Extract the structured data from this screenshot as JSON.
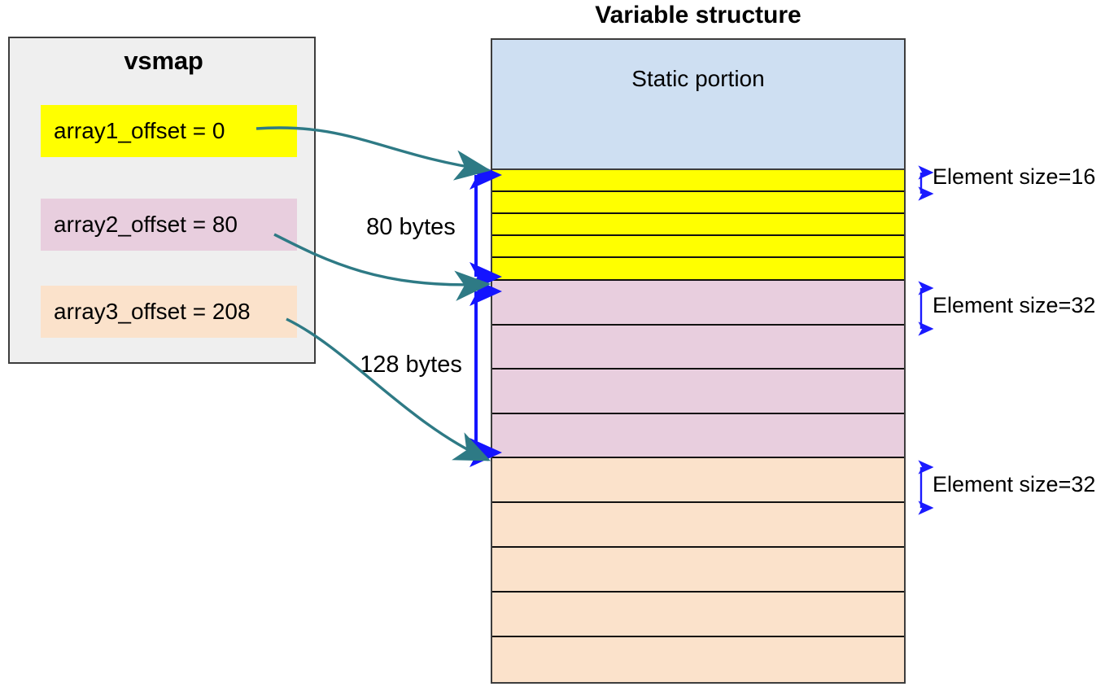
{
  "diagram": {
    "title_right": "Variable structure",
    "title_left": "vsmap"
  },
  "vsmap": {
    "title": "vsmap",
    "entries": [
      {
        "label": "array1_offset = 0",
        "color": "#ffff00",
        "name": "array1_offset",
        "value": 0
      },
      {
        "label": "array2_offset = 80",
        "color": "#e8cede",
        "name": "array2_offset",
        "value": 80
      },
      {
        "label": "array3_offset = 208",
        "color": "#fbe2cb",
        "name": "array3_offset",
        "value": 208
      }
    ]
  },
  "structure": {
    "title": "Variable structure",
    "static_label": "Static portion",
    "segments": [
      {
        "id": "static",
        "label": "Static portion",
        "color": "#cedff2",
        "rows": 1
      },
      {
        "id": "array1",
        "label": "",
        "color": "#ffff00",
        "rows": 5
      },
      {
        "id": "array2",
        "label": "",
        "color": "#e8cede",
        "rows": 4
      },
      {
        "id": "array3",
        "label": "",
        "color": "#fbe2cb",
        "rows": 5
      }
    ]
  },
  "span_labels": [
    {
      "text": "80 bytes",
      "bytes": 80
    },
    {
      "text": "128 bytes",
      "bytes": 128
    }
  ],
  "element_sizes": [
    {
      "text": "Element size=16",
      "value": 16
    },
    {
      "text": "Element size=32",
      "value": 32
    },
    {
      "text": "Element size=32",
      "value": 32
    }
  ],
  "colors": {
    "array1": "#ffff00",
    "array2": "#e8cede",
    "array3": "#fbe2cb",
    "static": "#cedff2",
    "panel_bg": "#efefef",
    "connector": "#2e7a85",
    "span_arrow": "#1414ff",
    "border": "#3d3d3d"
  }
}
